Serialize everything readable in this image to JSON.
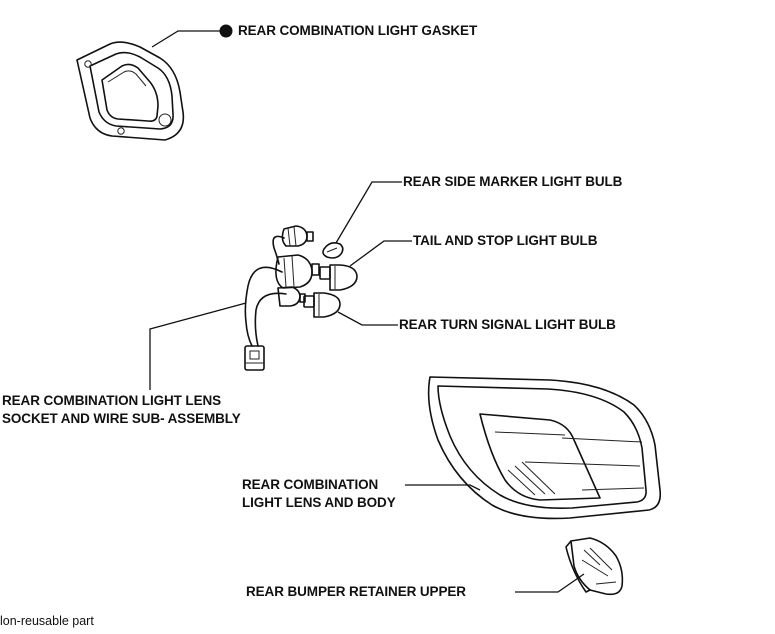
{
  "labels": {
    "gasket": "REAR COMBINATION LIGHT GASKET",
    "side_marker_bulb": "REAR SIDE MARKER LIGHT BULB",
    "tail_stop_bulb": "TAIL AND STOP LIGHT BULB",
    "turn_signal_bulb": "REAR TURN SIGNAL LIGHT BULB",
    "socket_wire_line1": "REAR COMBINATION LIGHT LENS",
    "socket_wire_line2": "SOCKET AND WIRE SUB- ASSEMBLY",
    "lens_body_line1": "REAR COMBINATION",
    "lens_body_line2": "LIGHT LENS AND BODY",
    "bumper_retainer": "REAR BUMPER RETAINER UPPER"
  },
  "legend": {
    "non_reusable_symbol": "non-reusable-dot",
    "non_reusable_text": "lon-reusable part"
  },
  "colors": {
    "ink": "#111111",
    "background": "#ffffff"
  }
}
